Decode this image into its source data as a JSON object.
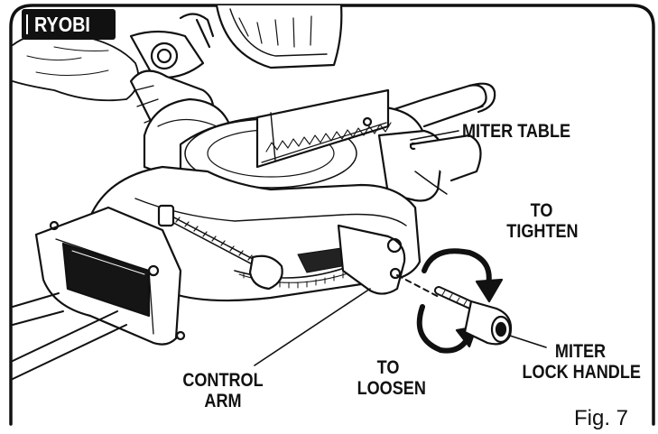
{
  "brand": "RYOBI",
  "labels": {
    "miter_table": "MITER TABLE",
    "to_tighten": [
      "TO",
      "TIGHTEN"
    ],
    "to_loosen": [
      "TO",
      "LOOSEN"
    ],
    "control_arm": [
      "CONTROL",
      "ARM"
    ],
    "miter_lock_handle": [
      "MITER",
      "LOCK HANDLE"
    ]
  },
  "figure_label": "Fig. 7"
}
